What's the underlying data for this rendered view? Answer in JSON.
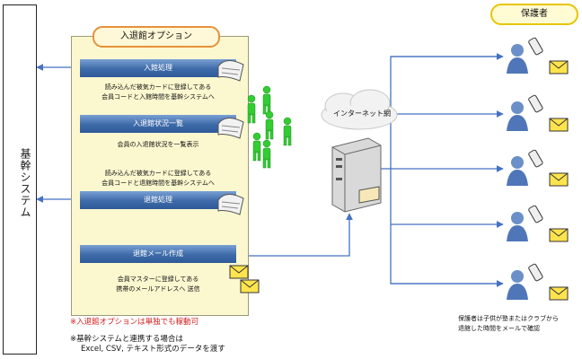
{
  "core_system": {
    "label": "基幹システム"
  },
  "option": {
    "title": "入退館オプション",
    "bars": {
      "entry": "入館処理",
      "status": "入退館状況一覧",
      "exit": "退館処理",
      "mail": "退館メール作成"
    },
    "desc": {
      "entry": [
        "読み込んだ被気カードに登録してある",
        "会員コードと入館時間を基幹システムへ"
      ],
      "status": [
        "会員の入退館状況を一覧表示"
      ],
      "exit": [
        "読み込んだ被気カードに登録してある",
        "会員コードと退館時間を基幹システムへ"
      ],
      "mail": [
        "会員マスターに登録してある",
        "携帯のメールアドレスへ 送信"
      ]
    }
  },
  "notes": {
    "standalone": "※入退館オプションは単独でも稼動可",
    "integration": [
      "※基幹システムと連携する場合は",
      "Excel, CSV, テキスト形式のデータを渡す"
    ]
  },
  "internet": {
    "label": "インターネット網"
  },
  "guardian": {
    "title": "保護者",
    "note": [
      "保護者は子供が塾またはクラブから",
      "退館した時間をメールで確認"
    ]
  },
  "colors": {
    "arrow": "#4472c4",
    "bar": "#3d6aa8",
    "panel": "#fbf8cf",
    "person": "#6b8fc8",
    "member": "#33cc33",
    "mail": "#ffe44d"
  },
  "icons": {
    "card": "card-reader-icon",
    "member": "member-figure-icon",
    "server": "server-icon",
    "cloud": "cloud-icon",
    "guardian": "guardian-person-icon",
    "phone": "mobile-phone-icon",
    "mail": "mail-envelope-icon"
  }
}
